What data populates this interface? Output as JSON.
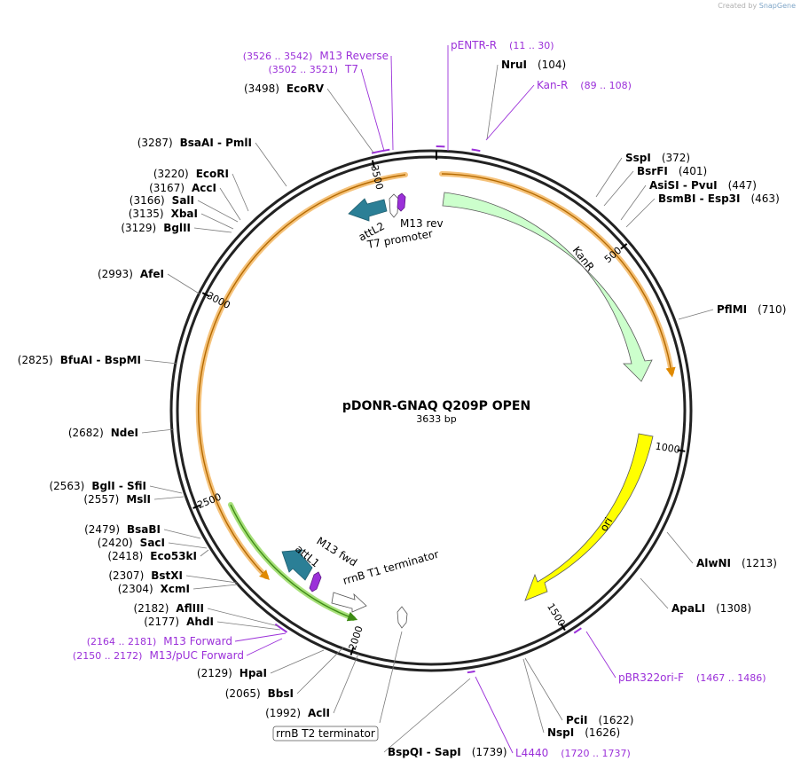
{
  "credit": {
    "created_by": "Created by",
    "brand": "SnapGene"
  },
  "plasmid": {
    "name": "pDONR-GNAQ Q209P OPEN",
    "length_text": "3633 bp",
    "length": 3633
  },
  "ticks": [
    {
      "pos": 500,
      "label": "500"
    },
    {
      "pos": 1000,
      "label": "1000"
    },
    {
      "pos": 1500,
      "label": "1500"
    },
    {
      "pos": 2000,
      "label": "2000"
    },
    {
      "pos": 2500,
      "label": "2500"
    },
    {
      "pos": 3000,
      "label": "3000"
    },
    {
      "pos": 3500,
      "label": "3500"
    }
  ],
  "sites": [
    {
      "pos": "(104)",
      "name": "NruI"
    },
    {
      "pos": "(372)",
      "name": "SspI"
    },
    {
      "pos": "(401)",
      "name": "BsrFI"
    },
    {
      "pos": "(447)",
      "name": "AsiSI  -  PvuI"
    },
    {
      "pos": "(463)",
      "name": "BsmBI  -  Esp3I"
    },
    {
      "pos": "(710)",
      "name": "PflMI"
    },
    {
      "pos": "(1213)",
      "name": "AlwNI"
    },
    {
      "pos": "(1308)",
      "name": "ApaLI"
    },
    {
      "pos": "(1622)",
      "name": "PciI"
    },
    {
      "pos": "(1626)",
      "name": "NspI"
    },
    {
      "pos": "(1739)",
      "name": "BspQI  -  SapI"
    },
    {
      "pos": "(1992)",
      "name": "AclI"
    },
    {
      "pos": "(2065)",
      "name": "BbsI"
    },
    {
      "pos": "(2129)",
      "name": "HpaI"
    },
    {
      "pos": "(2177)",
      "name": "AhdI"
    },
    {
      "pos": "(2182)",
      "name": "AflIII"
    },
    {
      "pos": "(2304)",
      "name": "XcmI"
    },
    {
      "pos": "(2307)",
      "name": "BstXI"
    },
    {
      "pos": "(2418)",
      "name": "Eco53kI"
    },
    {
      "pos": "(2420)",
      "name": "SacI"
    },
    {
      "pos": "(2479)",
      "name": "BsaBI"
    },
    {
      "pos": "(2557)",
      "name": "MslI"
    },
    {
      "pos": "(2563)",
      "name": "BglI  -  SfiI"
    },
    {
      "pos": "(2682)",
      "name": "NdeI"
    },
    {
      "pos": "(2825)",
      "name": "BfuAI  -  BspMI"
    },
    {
      "pos": "(2993)",
      "name": "AfeI"
    },
    {
      "pos": "(3129)",
      "name": "BglII"
    },
    {
      "pos": "(3135)",
      "name": "XbaI"
    },
    {
      "pos": "(3166)",
      "name": "SalI"
    },
    {
      "pos": "(3167)",
      "name": "AccI"
    },
    {
      "pos": "(3220)",
      "name": "EcoRI"
    },
    {
      "pos": "(3287)",
      "name": "BsaAI  -  PmlI"
    },
    {
      "pos": "(3498)",
      "name": "EcoRV"
    }
  ],
  "primers": [
    {
      "name": "pENTR-R",
      "range": "(11 .. 30)"
    },
    {
      "name": "Kan-R",
      "range": "(89 .. 108)"
    },
    {
      "name": "pBR322ori-F",
      "range": "(1467 .. 1486)"
    },
    {
      "name": "L4440",
      "range": "(1720 .. 1737)"
    },
    {
      "name": "M13 Forward",
      "range": "(2164 .. 2181)"
    },
    {
      "name": "M13/pUC Forward",
      "range": "(2150 .. 2172)"
    },
    {
      "name": "M13 Reverse",
      "range": "(3526 .. 3542)"
    },
    {
      "name": "T7",
      "range": "(3502 .. 3521)"
    }
  ],
  "features": {
    "kanr": "KanR",
    "ori": "ori",
    "attL2": "attL2",
    "m13_rev": "M13 rev",
    "t7_promoter": "T7 promoter",
    "attL1": "attL1",
    "m13_fwd": "M13 fwd",
    "rrnb_t1": "rrnB T1 terminator",
    "rrnb_t2": "rrnB T2 terminator"
  },
  "colors": {
    "kanr": "#ccffcc",
    "ori": "#ffff00",
    "orange_arc": "#f5a623",
    "green_arc": "#55aa22",
    "att": "#2b7f96",
    "primer": "#9b30d9",
    "m13": "#9b30d9"
  }
}
